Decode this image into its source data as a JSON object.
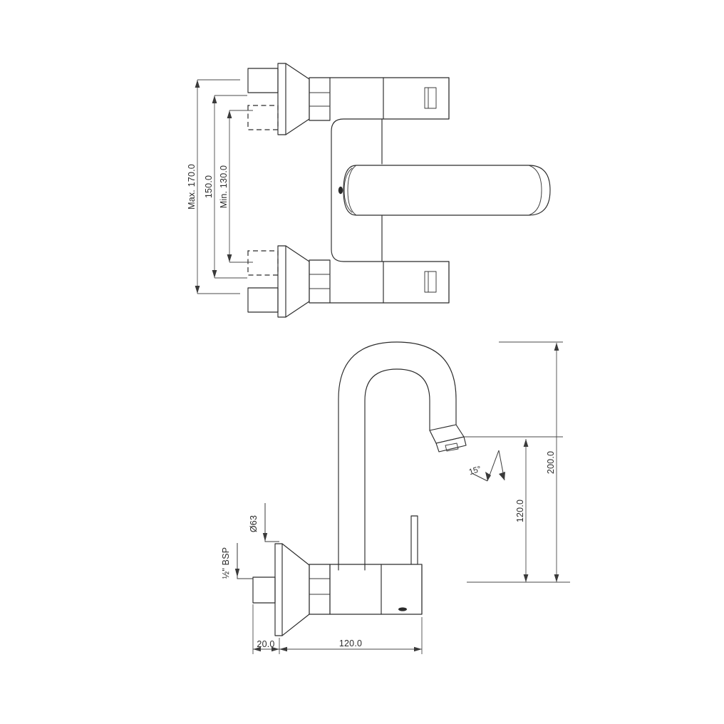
{
  "document": {
    "type": "technical-drawing",
    "subject": "wall-mounted single-lever mixer tap",
    "units": "mm",
    "background_color": "#ffffff",
    "line_color": "#2b2b2b",
    "dimension_color": "#4a4a4a"
  },
  "views": {
    "top": {
      "name": "top-view",
      "description": "plan view showing two wall inlets, valve body and swivel spout"
    },
    "side": {
      "name": "side-elevation-view",
      "description": "side elevation showing gooseneck spout, wall flange and lever handle"
    }
  },
  "dimensions": {
    "top_view": [
      {
        "id": "max-170",
        "label": "Max. 170.0",
        "value": 170.0,
        "prefix": "Max.",
        "orientation": "vertical"
      },
      {
        "id": "center-150",
        "label": "150.0",
        "value": 150.0,
        "prefix": "",
        "orientation": "vertical"
      },
      {
        "id": "min-130",
        "label": "Min. 130.0",
        "value": 130.0,
        "prefix": "Min.",
        "orientation": "vertical"
      }
    ],
    "side_view": [
      {
        "id": "thread-bsp",
        "label": "½\" BSP",
        "value": null,
        "orientation": "leader"
      },
      {
        "id": "flange-dia",
        "label": "Ø63",
        "value": 63,
        "orientation": "leader"
      },
      {
        "id": "projection-20",
        "label": "20.0",
        "value": 20.0,
        "orientation": "horizontal"
      },
      {
        "id": "projection-120",
        "label": "120.0",
        "value": 120.0,
        "orientation": "horizontal"
      },
      {
        "id": "height-200",
        "label": "200.0",
        "value": 200.0,
        "orientation": "vertical"
      },
      {
        "id": "height-120",
        "label": "120.0",
        "value": 120.0,
        "orientation": "vertical"
      },
      {
        "id": "outlet-angle",
        "label": "15°",
        "value": 15,
        "orientation": "angular"
      }
    ]
  }
}
